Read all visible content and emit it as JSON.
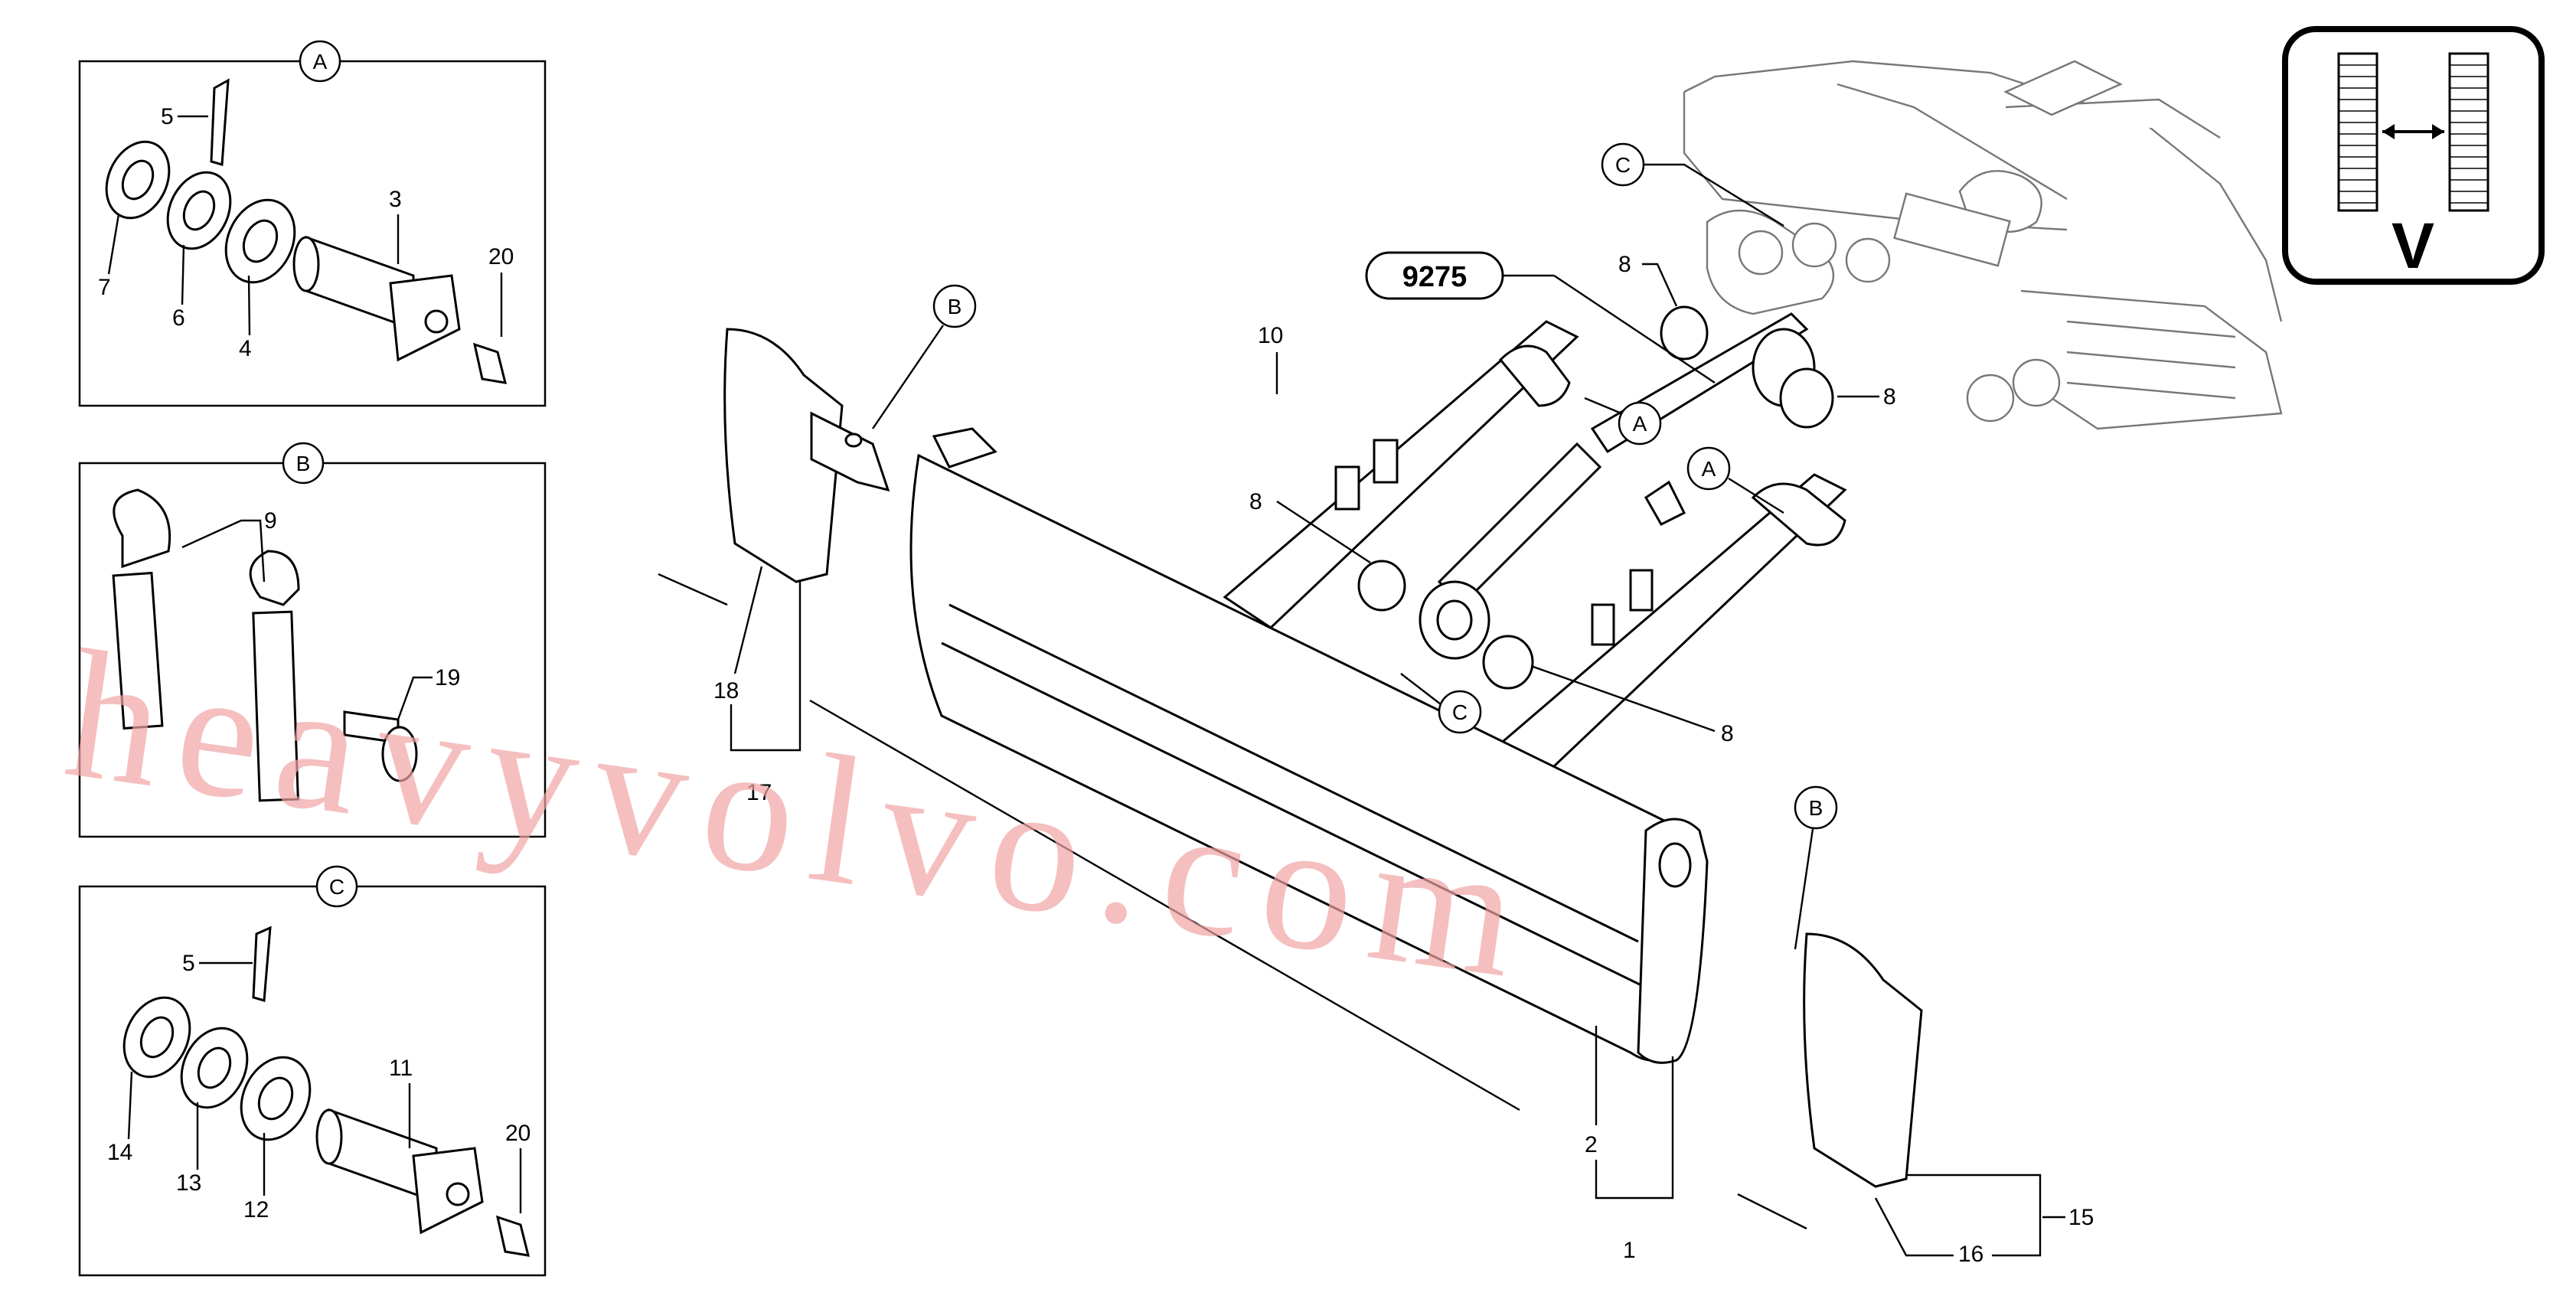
{
  "labels": {
    "n1": "1",
    "n2": "2",
    "n3": "3",
    "n4": "4",
    "n5a": "5",
    "n5c": "5",
    "n6": "6",
    "n7": "7",
    "n8a": "8",
    "n8b": "8",
    "n8c": "8",
    "n8d": "8",
    "n9": "9",
    "n10": "10",
    "n11": "11",
    "n12": "12",
    "n13": "13",
    "n14": "14",
    "n15": "15",
    "n16": "16",
    "n17": "17",
    "n18": "18",
    "n19": "19",
    "n20a": "20",
    "n20c": "20"
  },
  "callouts": {
    "boxA": "A",
    "boxB": "B",
    "boxC": "C",
    "a1": "A",
    "a2": "A",
    "b1": "B",
    "b2": "B",
    "c1": "C",
    "c2": "C"
  },
  "code": "9275",
  "v_badge": "V",
  "watermark": "heavyvolvo.com",
  "colors": {
    "line": "#000000",
    "watermark": "#f1a4a4",
    "background_gray": "#777777"
  }
}
